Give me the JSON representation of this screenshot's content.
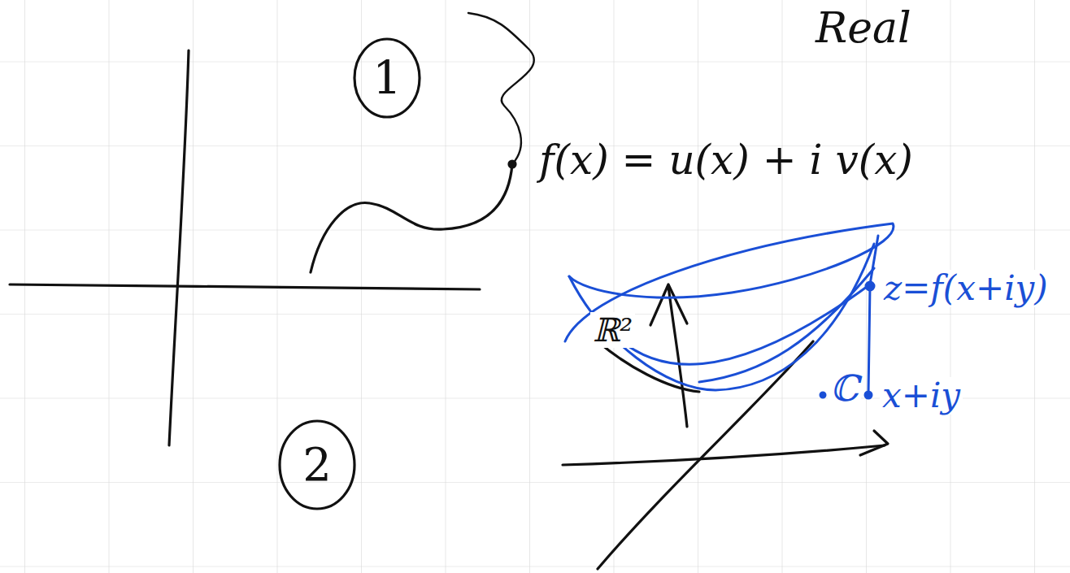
{
  "diagram": {
    "nodes": [
      {
        "text": [
          "1"
        ]
      },
      {
        "text": [
          "2"
        ]
      }
    ],
    "labels": [
      "Real",
      "f(x) = u(x) + i v(x)",
      "ℝ²",
      "z=f(x+iy)",
      "ℂ",
      "x+iy"
    ]
  }
}
